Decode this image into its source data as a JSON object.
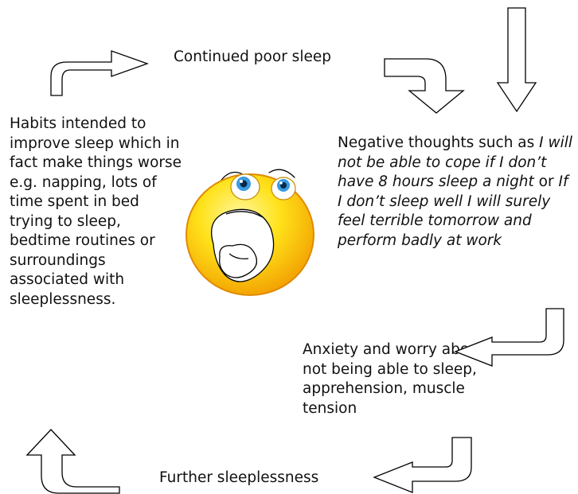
{
  "diagram": {
    "continued_poor_sleep": "Continued poor sleep",
    "habits_text": "Habits intended to improve sleep which in fact make things worse e.g. napping, lots of time spent in bed trying to sleep, bedtime routines or surroundings associated with sleeplessness.",
    "negative_intro": "Negative thoughts such as ",
    "negative_example_1": "I will not be able to cope if I don’t have 8 hours sleep a night",
    "negative_or": " or ",
    "negative_example_2": "If I don’t sleep well I will surely feel terrible tomorrow and perform badly at work",
    "anxiety_text": "Anxiety and worry about not being able to sleep, apprehension, muscle tension",
    "further_sleeplessness": "Further sleeplessness"
  },
  "illustration": {
    "name": "yawning-emoticon-icon",
    "colors": {
      "face": "#f7c800",
      "face_highlight": "#fff7a0",
      "mouth": "#5a0a0a",
      "tongue": "#e8342a",
      "eye_iris": "#3a9be0"
    }
  }
}
